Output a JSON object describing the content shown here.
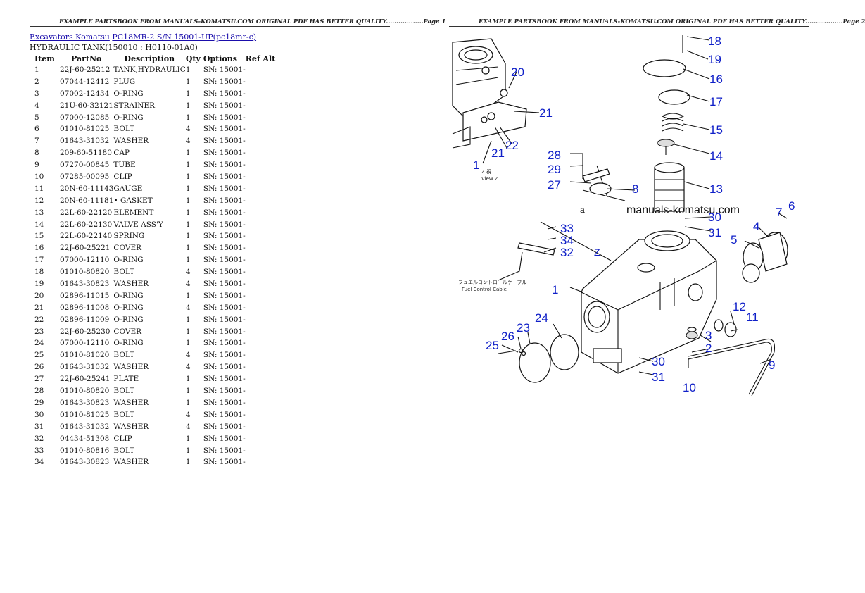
{
  "header_left": "EXAMPLE PARTSBOOK FROM MANUALS-KOMATSU.COM ORIGINAL PDF HAS BETTER QUALITY..................Page 1",
  "header_right": "EXAMPLE PARTSBOOK FROM MANUALS-KOMATSU.COM ORIGINAL PDF HAS BETTER QUALITY..................Page 2",
  "breadcrumb": {
    "link1": "Excavators Komatsu",
    "link2": "PC18MR-2 S/N 15001-UP(pc18mr-c)"
  },
  "subtitle": "HYDRAULIC TANK(150010 : H0110-01A0)",
  "columns": [
    "Item",
    "PartNo",
    "Description",
    "Qty",
    "Options",
    "Ref Alt"
  ],
  "rows": [
    {
      "item": "1",
      "part": "22J-60-25212",
      "desc": "TANK,HYDRAULIC",
      "qty": "1",
      "opt": "SN: 15001-"
    },
    {
      "item": "2",
      "part": "07044-12412",
      "desc": "PLUG",
      "qty": "1",
      "opt": "SN: 15001-"
    },
    {
      "item": "3",
      "part": "07002-12434",
      "desc": "O-RING",
      "qty": "1",
      "opt": "SN: 15001-"
    },
    {
      "item": "4",
      "part": "21U-60-32121",
      "desc": "STRAINER",
      "qty": "1",
      "opt": "SN: 15001-"
    },
    {
      "item": "5",
      "part": "07000-12085",
      "desc": "O-RING",
      "qty": "1",
      "opt": "SN: 15001-"
    },
    {
      "item": "6",
      "part": "01010-81025",
      "desc": "BOLT",
      "qty": "4",
      "opt": "SN: 15001-"
    },
    {
      "item": "7",
      "part": "01643-31032",
      "desc": "WASHER",
      "qty": "4",
      "opt": "SN: 15001-"
    },
    {
      "item": "8",
      "part": "209-60-51180",
      "desc": "CAP",
      "qty": "1",
      "opt": "SN: 15001-"
    },
    {
      "item": "9",
      "part": "07270-00845",
      "desc": "TUBE",
      "qty": "1",
      "opt": "SN: 15001-"
    },
    {
      "item": "10",
      "part": "07285-00095",
      "desc": "CLIP",
      "qty": "1",
      "opt": "SN: 15001-"
    },
    {
      "item": "11",
      "part": "20N-60-11143",
      "desc": "GAUGE",
      "qty": "1",
      "opt": "SN: 15001-"
    },
    {
      "item": "12",
      "part": "20N-60-11181",
      "desc": "• GASKET",
      "qty": "1",
      "opt": "SN: 15001-"
    },
    {
      "item": "13",
      "part": "22L-60-22120",
      "desc": "ELEMENT",
      "qty": "1",
      "opt": "SN: 15001-"
    },
    {
      "item": "14",
      "part": "22L-60-22130",
      "desc": "VALVE ASS'Y",
      "qty": "1",
      "opt": "SN: 15001-"
    },
    {
      "item": "15",
      "part": "22L-60-22140",
      "desc": "SPRING",
      "qty": "1",
      "opt": "SN: 15001-"
    },
    {
      "item": "16",
      "part": "22J-60-25221",
      "desc": "COVER",
      "qty": "1",
      "opt": "SN: 15001-"
    },
    {
      "item": "17",
      "part": "07000-12110",
      "desc": "O-RING",
      "qty": "1",
      "opt": "SN: 15001-"
    },
    {
      "item": "18",
      "part": "01010-80820",
      "desc": "BOLT",
      "qty": "4",
      "opt": "SN: 15001-"
    },
    {
      "item": "19",
      "part": "01643-30823",
      "desc": "WASHER",
      "qty": "4",
      "opt": "SN: 15001-"
    },
    {
      "item": "20",
      "part": "02896-11015",
      "desc": "O-RING",
      "qty": "1",
      "opt": "SN: 15001-"
    },
    {
      "item": "21",
      "part": "02896-11008",
      "desc": "O-RING",
      "qty": "4",
      "opt": "SN: 15001-"
    },
    {
      "item": "22",
      "part": "02896-11009",
      "desc": "O-RING",
      "qty": "1",
      "opt": "SN: 15001-"
    },
    {
      "item": "23",
      "part": "22J-60-25230",
      "desc": "COVER",
      "qty": "1",
      "opt": "SN: 15001-"
    },
    {
      "item": "24",
      "part": "07000-12110",
      "desc": "O-RING",
      "qty": "1",
      "opt": "SN: 15001-"
    },
    {
      "item": "25",
      "part": "01010-81020",
      "desc": "BOLT",
      "qty": "4",
      "opt": "SN: 15001-"
    },
    {
      "item": "26",
      "part": "01643-31032",
      "desc": "WASHER",
      "qty": "4",
      "opt": "SN: 15001-"
    },
    {
      "item": "27",
      "part": "22J-60-25241",
      "desc": "PLATE",
      "qty": "1",
      "opt": "SN: 15001-"
    },
    {
      "item": "28",
      "part": "01010-80820",
      "desc": "BOLT",
      "qty": "1",
      "opt": "SN: 15001-"
    },
    {
      "item": "29",
      "part": "01643-30823",
      "desc": "WASHER",
      "qty": "1",
      "opt": "SN: 15001-"
    },
    {
      "item": "30",
      "part": "01010-81025",
      "desc": "BOLT",
      "qty": "4",
      "opt": "SN: 15001-"
    },
    {
      "item": "31",
      "part": "01643-31032",
      "desc": "WASHER",
      "qty": "4",
      "opt": "SN: 15001-"
    },
    {
      "item": "32",
      "part": "04434-51308",
      "desc": "CLIP",
      "qty": "1",
      "opt": "SN: 15001-"
    },
    {
      "item": "33",
      "part": "01010-80816",
      "desc": "BOLT",
      "qty": "1",
      "opt": "SN: 15001-"
    },
    {
      "item": "34",
      "part": "01643-30823",
      "desc": "WASHER",
      "qty": "1",
      "opt": "SN: 15001-"
    }
  ],
  "diagram": {
    "watermark": "manuals-komatsu.com",
    "fuel_label_jp": "フュエルコントロールケーブル",
    "fuel_label_en": "Fuel Control Cable",
    "view_label_jp": "Z 視",
    "view_label_en": "View Z",
    "z_mark": "Z",
    "a_mark": "a",
    "callouts": [
      "18",
      "19",
      "16",
      "17",
      "15",
      "14",
      "13",
      "20",
      "21",
      "22",
      "21",
      "1",
      "28",
      "29",
      "27",
      "8",
      "30",
      "31",
      "7",
      "6",
      "4",
      "33",
      "34",
      "32",
      "5",
      "1",
      "12",
      "11",
      "3",
      "2",
      "24",
      "23",
      "26",
      "25",
      "30",
      "31",
      "10",
      "9"
    ]
  }
}
